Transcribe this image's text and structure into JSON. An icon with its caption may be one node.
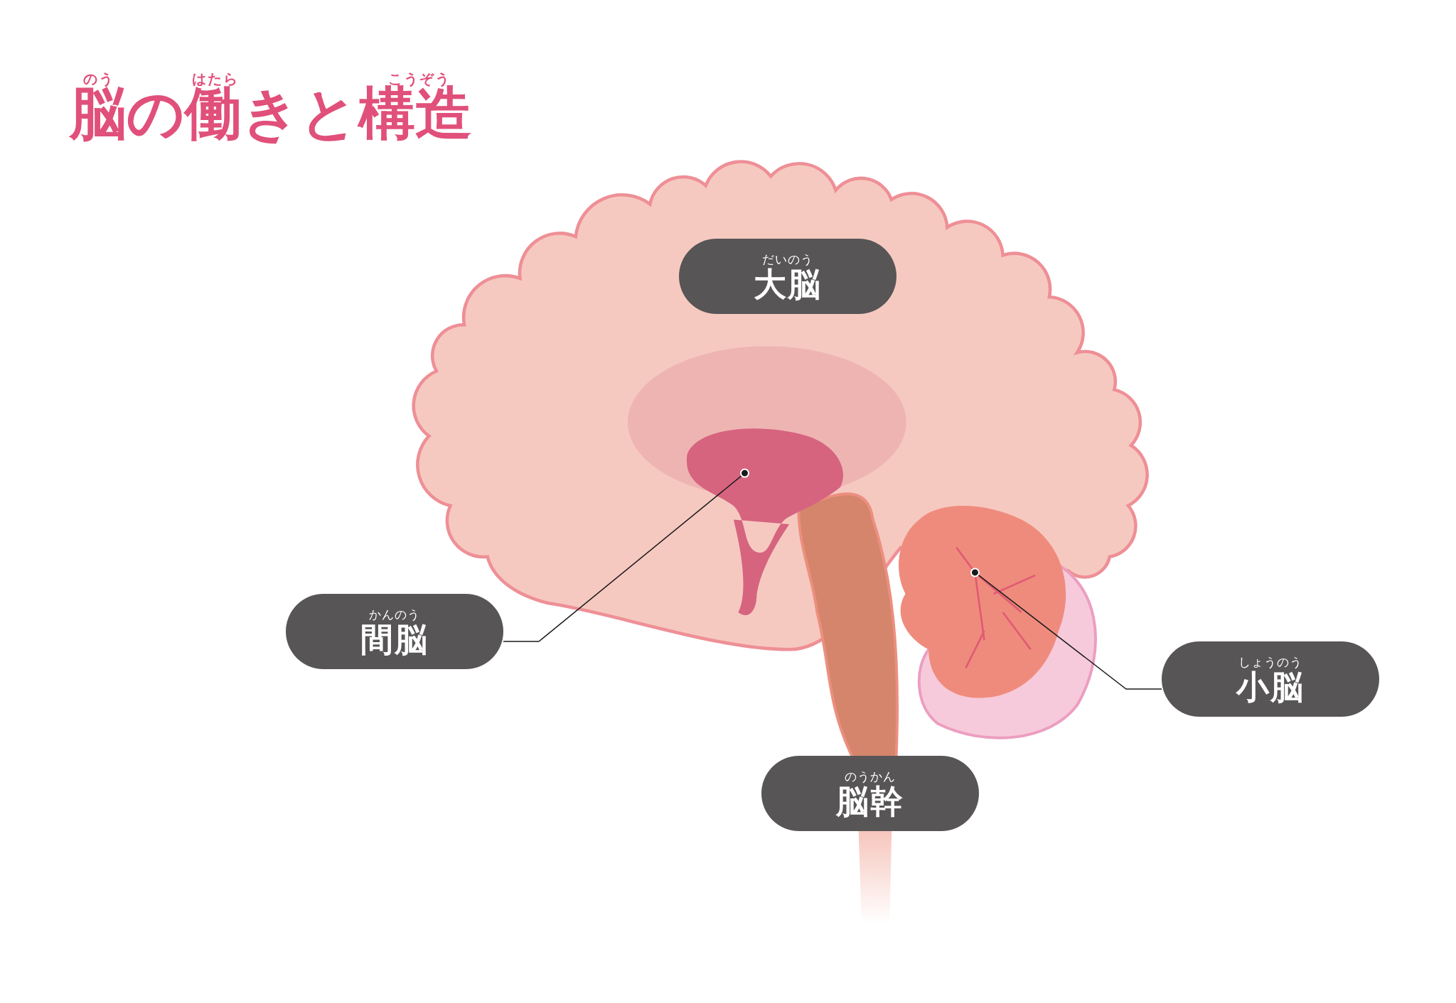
{
  "diagram": {
    "title": "脳の働きと構造",
    "nodes": [
      {
        "text": [
          "だいのう",
          "大脳"
        ]
      },
      {
        "text": [
          "かんのう",
          "間脳"
        ]
      },
      {
        "text": [],
        "shape": "picture"
      },
      {
        "text": [
          "しょうのう",
          "小脳"
        ]
      },
      {
        "text": [],
        "shape": "picture"
      },
      {
        "text": [
          "のうかん",
          "脳幹"
        ]
      }
    ],
    "edges": [
      {
        "from": 1,
        "to": 2,
        "arrow": "other"
      },
      {
        "from": 3,
        "to": 4,
        "arrow": "other"
      }
    ],
    "labels": [
      "のう",
      "はたら",
      "こうぞう"
    ]
  }
}
